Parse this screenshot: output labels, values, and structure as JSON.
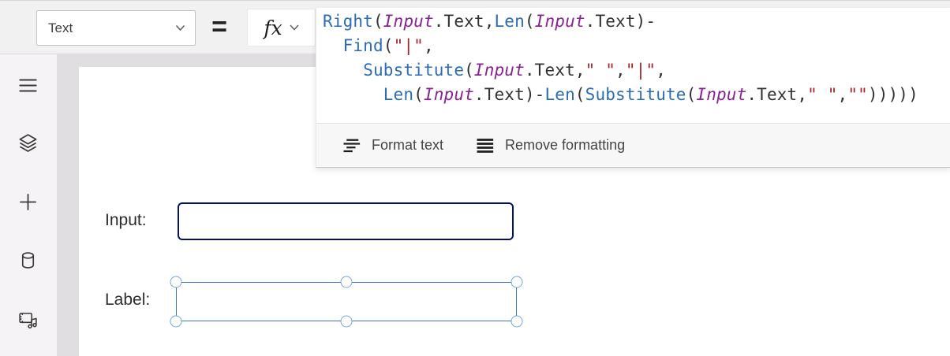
{
  "topbar": {
    "property_selector": {
      "value": "Text"
    },
    "equals_sign": "=",
    "fx_label": "fx"
  },
  "formula_bar": {
    "language": "PowerFx",
    "colors": {
      "function": "#2b6cb5",
      "control": "#8a2194",
      "string": "#a4262c",
      "punctuation": "#323130"
    },
    "formula_text": "Right(Input.Text,Len(Input.Text)-\n  Find(\"|\",\n    Substitute(Input.Text,\" \",\"|\",\n      Len(Input.Text)-Len(Substitute(Input.Text,\" \",\"\")))))",
    "lines": [
      [
        [
          "fn",
          "Right"
        ],
        [
          "p",
          "("
        ],
        [
          "ctrl",
          "Input"
        ],
        [
          "p",
          ".Text,"
        ],
        [
          "fn",
          "Len"
        ],
        [
          "p",
          "("
        ],
        [
          "ctrl",
          "Input"
        ],
        [
          "p",
          ".Text)-"
        ]
      ],
      [
        [
          "p",
          "  "
        ],
        [
          "fn",
          "Find"
        ],
        [
          "p",
          "("
        ],
        [
          "str",
          "\"|\""
        ],
        [
          "p",
          ","
        ]
      ],
      [
        [
          "p",
          "    "
        ],
        [
          "fn",
          "Substitute"
        ],
        [
          "p",
          "("
        ],
        [
          "ctrl",
          "Input"
        ],
        [
          "p",
          ".Text,"
        ],
        [
          "str",
          "\" \""
        ],
        [
          "p",
          ","
        ],
        [
          "str",
          "\"|\""
        ],
        [
          "p",
          ","
        ]
      ],
      [
        [
          "p",
          "      "
        ],
        [
          "fn",
          "Len"
        ],
        [
          "p",
          "("
        ],
        [
          "ctrl",
          "Input"
        ],
        [
          "p",
          ".Text)-"
        ],
        [
          "fn",
          "Len"
        ],
        [
          "p",
          "("
        ],
        [
          "fn",
          "Substitute"
        ],
        [
          "p",
          "("
        ],
        [
          "ctrl",
          "Input"
        ],
        [
          "p",
          ".Text,"
        ],
        [
          "str",
          "\" \""
        ],
        [
          "p",
          ","
        ],
        [
          "str",
          "\"\""
        ],
        [
          "p",
          ")))))"
        ]
      ]
    ],
    "toolbar": {
      "format_text": "Format text",
      "remove_formatting": "Remove formatting"
    }
  },
  "sidebar": {
    "items": [
      {
        "icon": "menu-icon"
      },
      {
        "icon": "tree-view-icon"
      },
      {
        "icon": "insert-icon"
      },
      {
        "icon": "data-icon"
      },
      {
        "icon": "media-icon"
      }
    ]
  },
  "canvas": {
    "input_caption": "Input:",
    "label_caption": "Label:",
    "input_border_color": "#00126b",
    "selection_color": "#3878c2"
  }
}
